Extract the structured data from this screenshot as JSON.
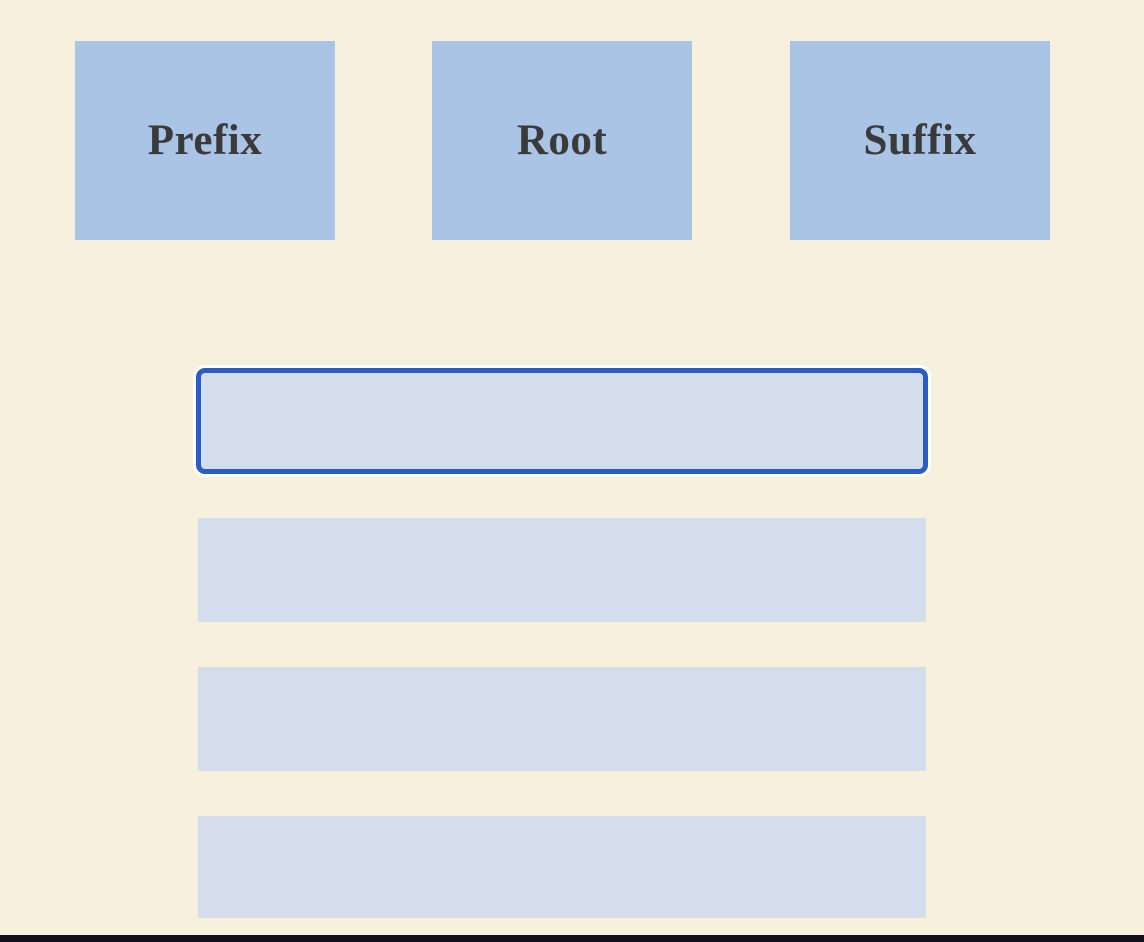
{
  "theme": {
    "background": "#F7F0DD",
    "category_fill": "#A9C4E5",
    "card_fill": "#D3DDEC",
    "focus_ring": "#2A5CC6",
    "focus_halo": "#FFFFFF",
    "label_text": "#3A3A3B",
    "bottom_bar": "#10101A"
  },
  "categories": {
    "items": [
      {
        "label": "Prefix"
      },
      {
        "label": "Root"
      },
      {
        "label": "Suffix"
      }
    ]
  },
  "cards": {
    "count": 4,
    "focused_index": 0,
    "items": [
      {
        "label": "",
        "focused": true
      },
      {
        "label": "",
        "focused": false
      },
      {
        "label": "",
        "focused": false
      },
      {
        "label": "",
        "focused": false
      }
    ]
  }
}
